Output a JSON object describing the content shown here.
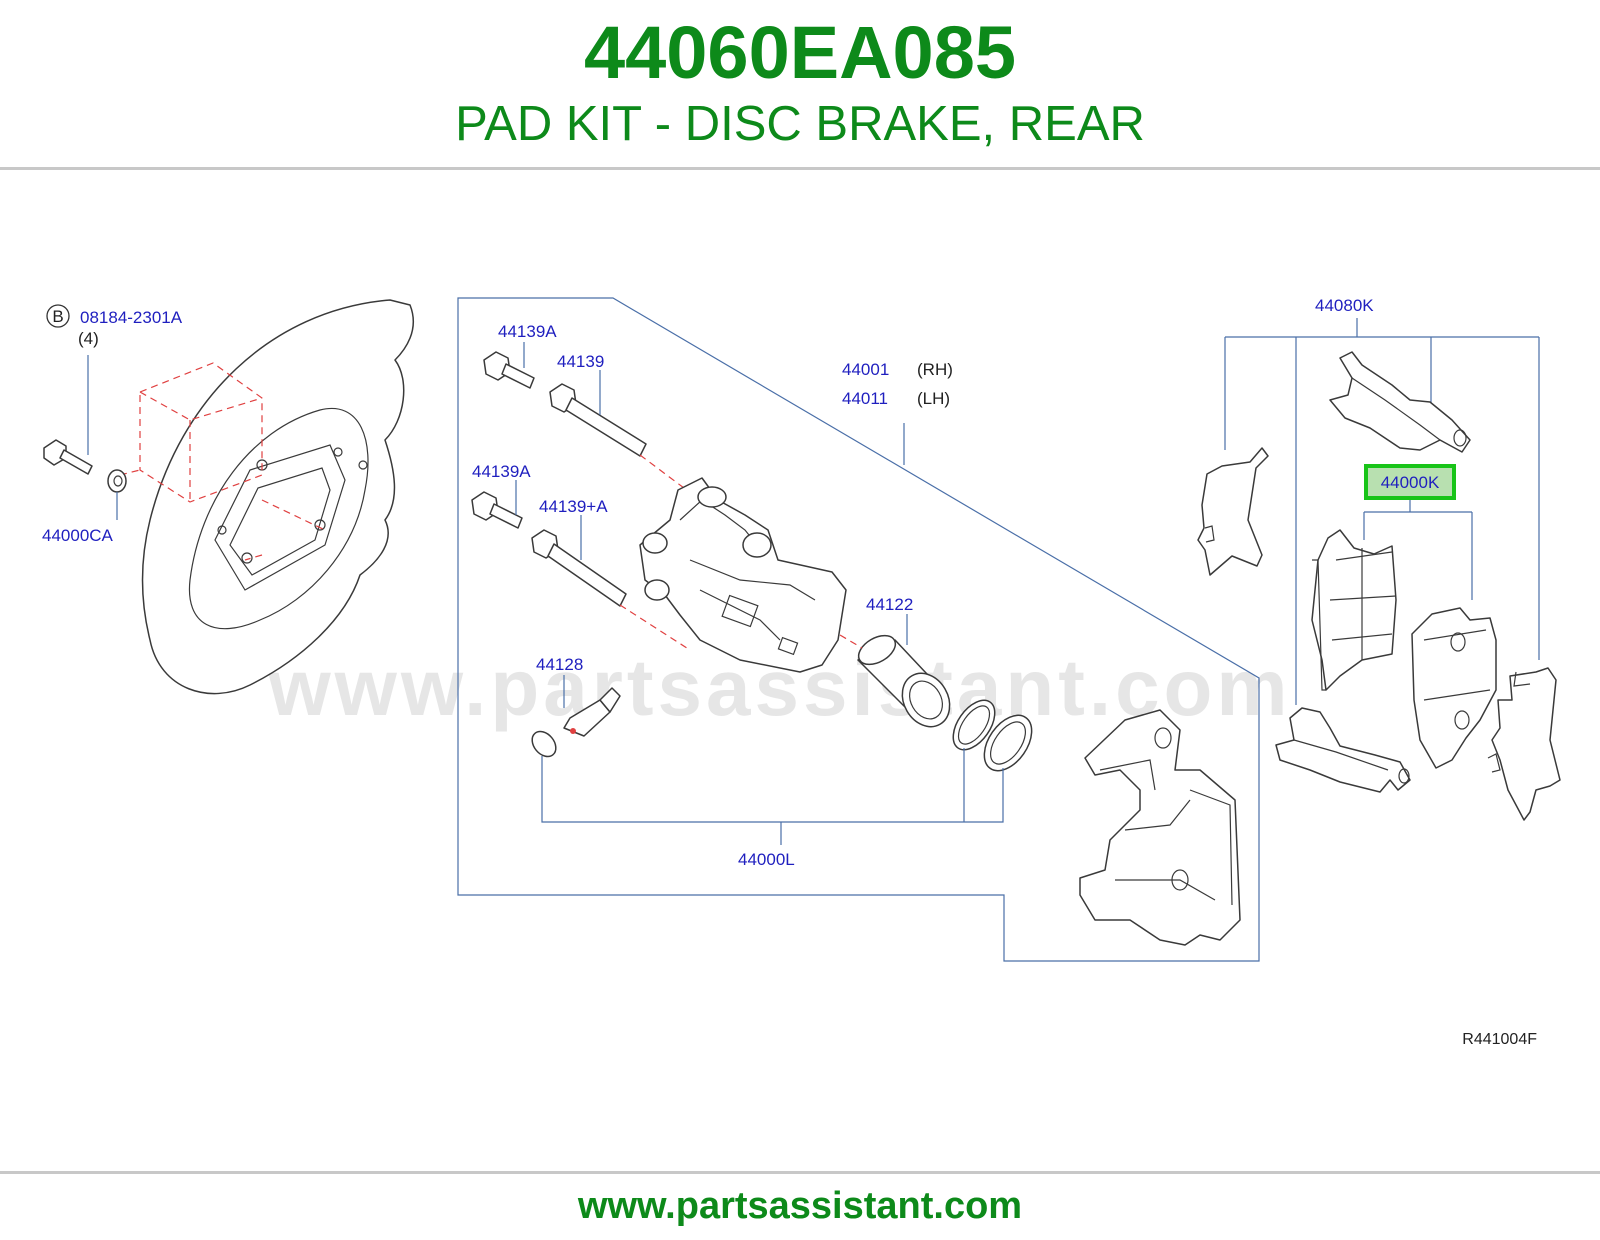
{
  "header": {
    "part_number": "44060EA085",
    "title": "PAD KIT - DISC BRAKE, REAR"
  },
  "footer": {
    "url": "www.partsassistant.com"
  },
  "watermark": "www.partsassistant.com",
  "diagram": {
    "bolt_marker": "B",
    "bolt_ref": "08184-2301A",
    "bolt_qty": "(4)",
    "labels": {
      "washer": "44000CA",
      "bolt_a_top": "44139A",
      "pin_top": "44139",
      "bolt_a_mid": "44139A",
      "pin_mid": "44139+A",
      "caliper_rh": "44001",
      "rh": "(RH)",
      "caliper_lh": "44011",
      "lh": "(LH)",
      "piston": "44122",
      "bleeder": "44128",
      "seal_kit": "44000L",
      "shim_kit": "44080K",
      "pad_kit": "44000K"
    },
    "figure_code": "R441004F"
  },
  "colors": {
    "brand_green": "#0d8a1a",
    "callout_blue": "#1f1fbf",
    "leader_blue": "#4a6fa8",
    "dash_red": "#e04040",
    "highlight_border": "#18c418",
    "highlight_fill": "#b8e0b0"
  }
}
